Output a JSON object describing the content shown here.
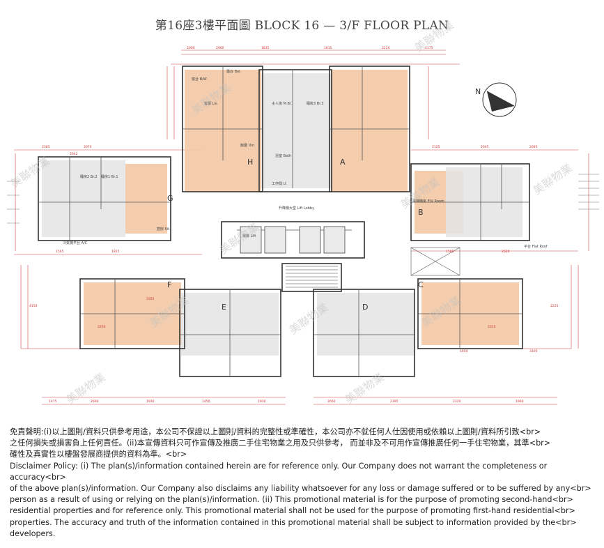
{
  "title": "第16座3樓平面圖  BLOCK 16 — 3/F FLOOR PLAN",
  "north_label": "N",
  "units": [
    "A",
    "B",
    "C",
    "D",
    "E",
    "F",
    "G",
    "H"
  ],
  "common_areas": {
    "lift_lobby": "升降機大堂 Lift Lobby",
    "elv_room": "電梯機房 E/V Room",
    "lift": "電梯 Lift",
    "flat_roof": "平台 Flat Roof",
    "ac_platform": "冷氣機平台 A/C"
  },
  "room_labels": {
    "living": "客廳 Liv.",
    "dining": "飯廳 Din.",
    "master_bedroom": "主人房 M.Br.",
    "bedroom1": "睡房1 Br.1",
    "bedroom2": "睡房2 Br.2",
    "bedroom3": "睡房3 Br.3",
    "kitchen": "廚房 Kit.",
    "bath": "浴室 Bath",
    "utility": "工作間 U.",
    "balcony": "露台 Bal.",
    "bay_window": "窗台 B/W"
  },
  "dimensions": [
    "2000",
    "2960",
    "1815",
    "1815",
    "2220",
    "2175",
    "2385",
    "3070",
    "2125",
    "2045",
    "2095",
    "1475",
    "2660",
    "1930",
    "1450",
    "1930",
    "2660",
    "2195",
    "2320",
    "1960",
    "1565",
    "1825",
    "2042",
    "2250",
    "2315",
    "3355",
    "1565",
    "4150",
    "2225",
    "2620",
    "1650",
    "3105"
  ],
  "watermark": "美聯物業",
  "disclaimer_zh": "免責聲明:(i)以上圖則/資料只供參考用途，本公司不保證以上圖則/資料的完整性或準確性，本公司亦不就任何人仕因使用或依賴以上圖則/資料所引致<br>\n之任何損失或損害負上任何責任。(ii)本宣傳資料只可作宣傳及推廣二手住宅物業之用及只供參考， 而並非及不可用作宣傳推廣任何一手住宅物業，其準<br>\n確性及真實性以樓盤發展商提供的資料為準。<br>",
  "disclaimer_en": "Disclaimer Policy: (i) The plan(s)/information contained herein are for reference only. Our Company does not warrant the completeness or accuracy<br>\nof the above plan(s)/information. Our Company also disclaims any liability whatsoever for any loss or damage suffered or to be suffered by any<br>\nperson as a result of using or relying on the plan(s)/information. (ii) This promotional material is for the purpose of promoting second-hand<br>\nresidential properties and for reference only. This promotional material shall not be used for the purpose of promoting first-hand residential<br>\nproperties. The accuracy and truth of the information contained in this promotional material shall be subject to information provided by the<br>\ndevelopers."
}
